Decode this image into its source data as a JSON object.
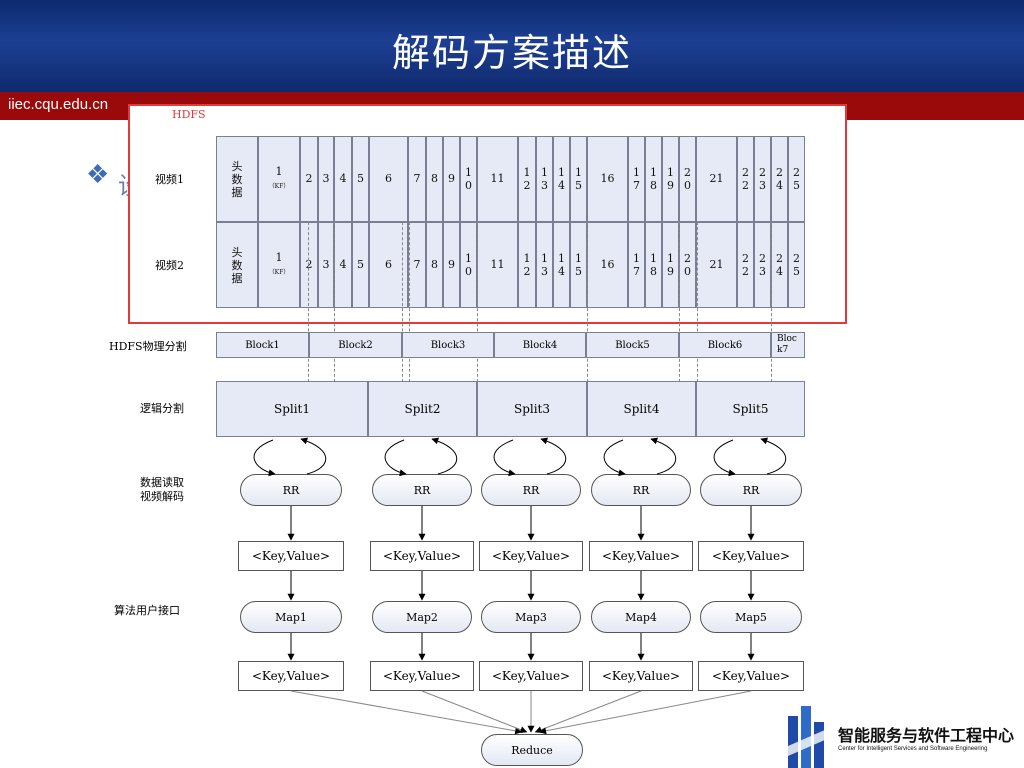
{
  "slide": {
    "title": "解码方案描述",
    "site": "iiec.cqu.edu.cn",
    "bullet_text": "设"
  },
  "hdfs": {
    "label": "HDFS",
    "rows": [
      {
        "label": "视频1"
      },
      {
        "label": "视频2"
      }
    ],
    "cells": [
      "头数据",
      "1",
      "2",
      "3",
      "4",
      "5",
      "6",
      "7",
      "8",
      "9",
      "10",
      "11",
      "12",
      "13",
      "14",
      "15",
      "16",
      "17",
      "18",
      "19",
      "20",
      "21",
      "22",
      "23",
      "24",
      "25"
    ],
    "kf_note": "（KF）"
  },
  "blocks": {
    "label": "HDFS物理分割",
    "items": [
      "Block1",
      "Block2",
      "Block3",
      "Block4",
      "Block5",
      "Block6",
      "Block7"
    ]
  },
  "splits": {
    "label": "逻辑分割",
    "items": [
      "Split1",
      "Split2",
      "Split3",
      "Split4",
      "Split5"
    ]
  },
  "readers": {
    "label_line1": "数据读取",
    "label_line2": "视频解码",
    "item": "RR"
  },
  "kv_label": "<Key,Value>",
  "maps": {
    "label": "算法用户接口",
    "items": [
      "Map1",
      "Map2",
      "Map3",
      "Map4",
      "Map5"
    ]
  },
  "reduce": "Reduce",
  "logo": {
    "name": "智能服务与软件工程中心",
    "subtitle": "Center for Intelligent Services and Software Engineering"
  }
}
